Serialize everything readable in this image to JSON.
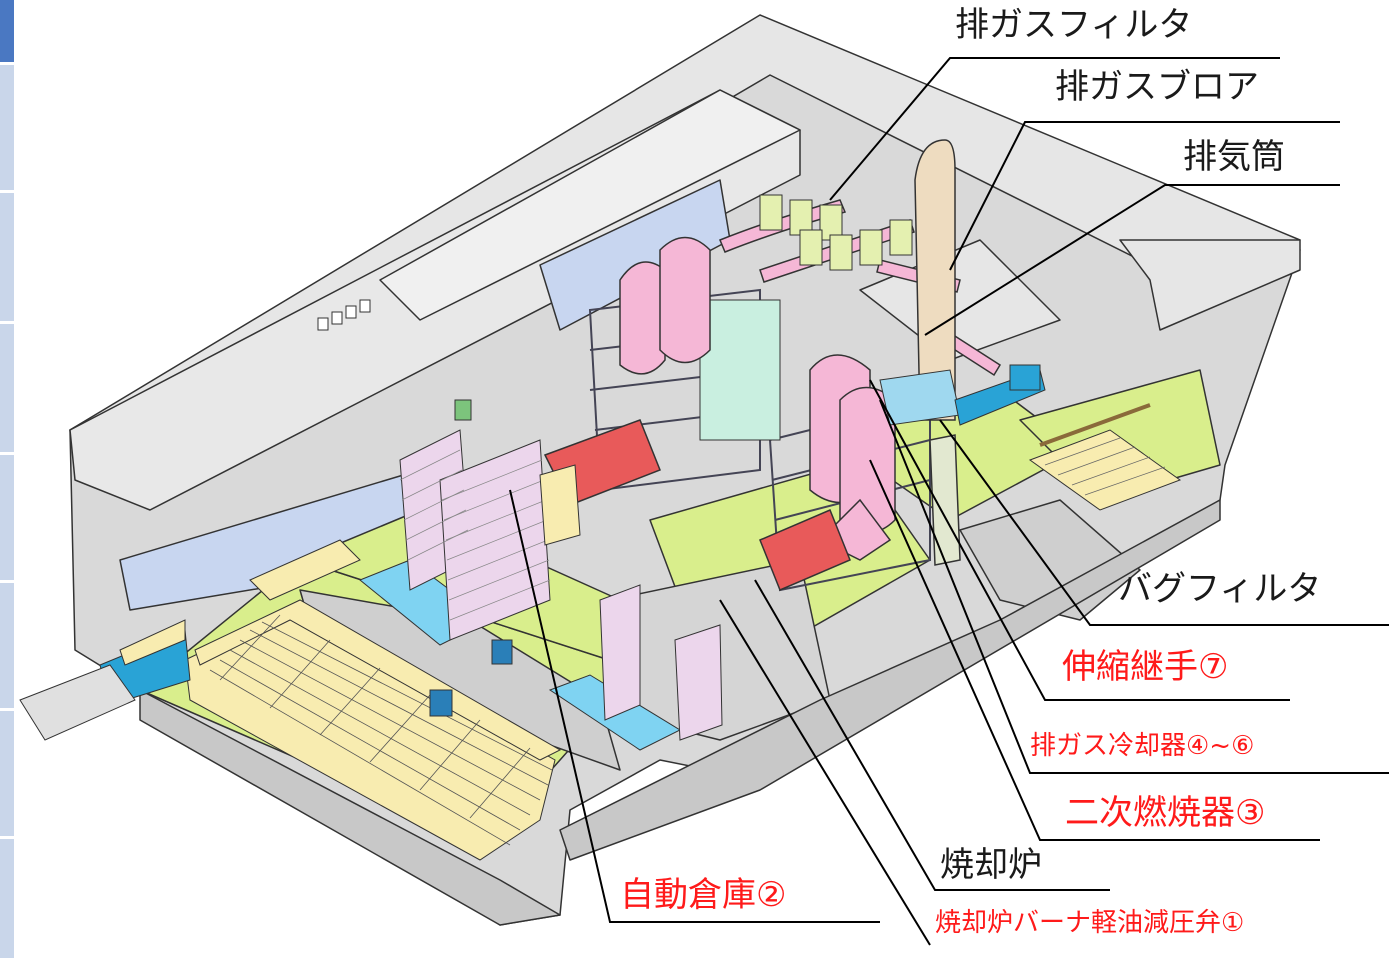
{
  "labels": {
    "exhaust_filter": "排ガスフィルタ",
    "exhaust_blower": "排ガスブロア",
    "exhaust_stack": "排気筒",
    "bag_filter": "バグフィルタ",
    "expansion_joint": "伸縮継手⑦",
    "exhaust_cooler": "排ガス冷却器④~⑥",
    "secondary_combustor": "二次燃焼器③",
    "incinerator": "焼却炉",
    "automated_warehouse": "自動倉庫②",
    "burner_valve": "焼却炉バーナ軽油減圧弁①"
  },
  "colors": {
    "label_black": "#1a1a1a",
    "label_red": "#ff1a1a",
    "floor_green": "#d9ee8c",
    "wall_gray": "#d9d9d9",
    "roof_gray": "#e6e6e6",
    "duct_pink": "#f5b7d6",
    "kiln_red": "#e85a5a",
    "crate_yellow": "#f8ecb0",
    "crate_blue": "#7fd3f2",
    "rack_lilac": "#ecd6ec",
    "window_blue": "#c8d6f0",
    "stack_tan": "#eedcc0",
    "truck_blue": "#29a3d6"
  }
}
